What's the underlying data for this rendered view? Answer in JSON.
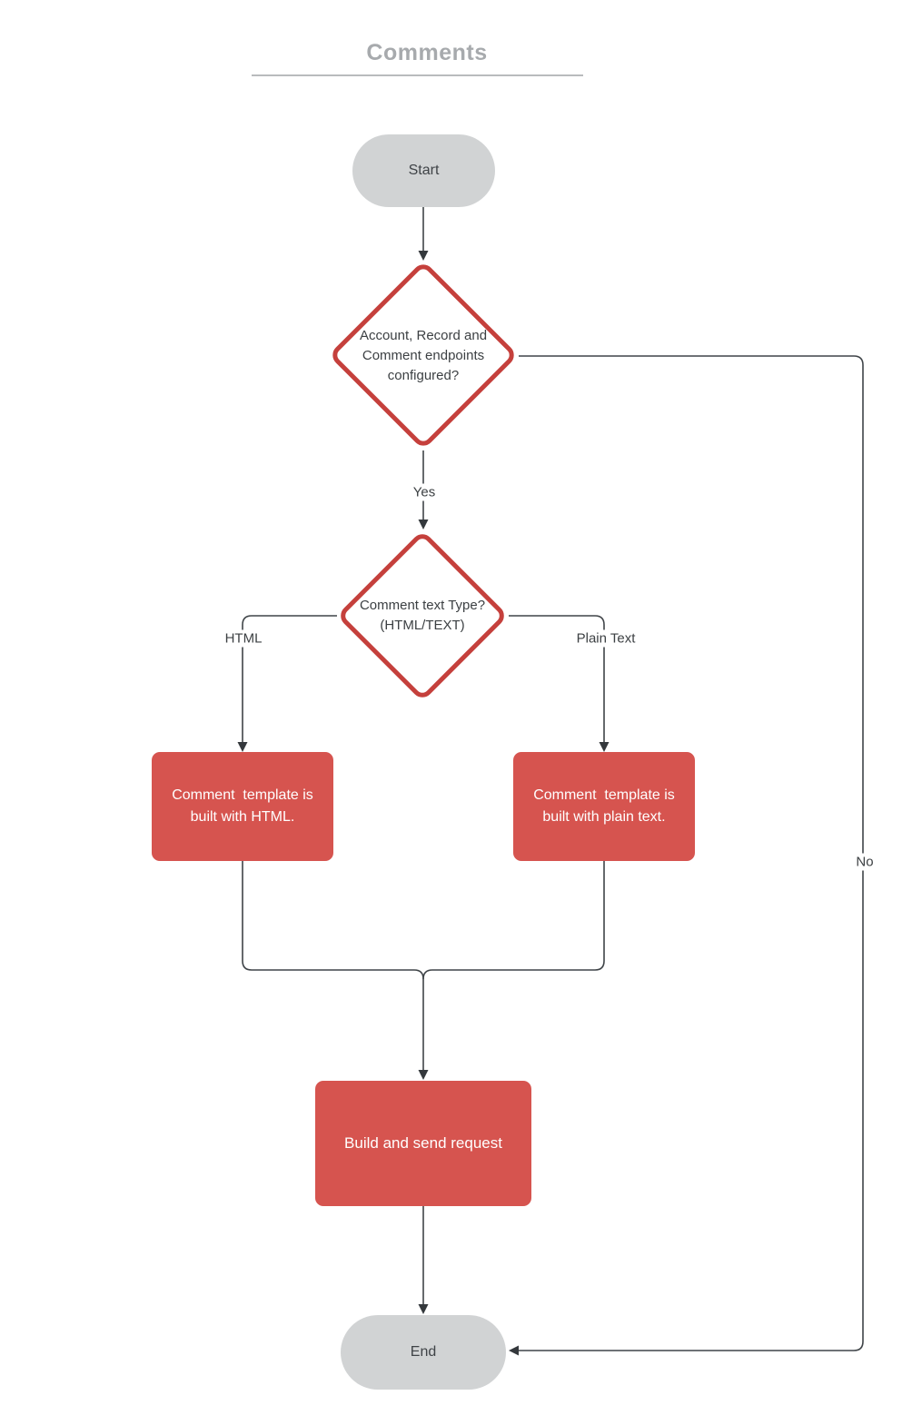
{
  "title": "Comments",
  "colors": {
    "process_fill": "#d6544f",
    "decision_border": "#c5403c",
    "terminator_fill": "#d1d3d4",
    "title_text": "#a7aaad",
    "edge_line": "#3f4448",
    "node_text_dark": "#3c4043",
    "node_text_light": "#ffffff"
  },
  "nodes": {
    "start": "Start",
    "decision_endpoints": "Account, Record and\nComment endpoints\nconfigured?",
    "decision_text_type": "Comment text Type?\n(HTML/TEXT)",
    "process_html": "Comment  template is\nbuilt with HTML.",
    "process_plain": "Comment  template is\nbuilt with plain text.",
    "process_build": "Build and send request",
    "end": "End"
  },
  "edge_labels": {
    "yes": "Yes",
    "no": "No",
    "html": "HTML",
    "plain_text": "Plain Text"
  }
}
